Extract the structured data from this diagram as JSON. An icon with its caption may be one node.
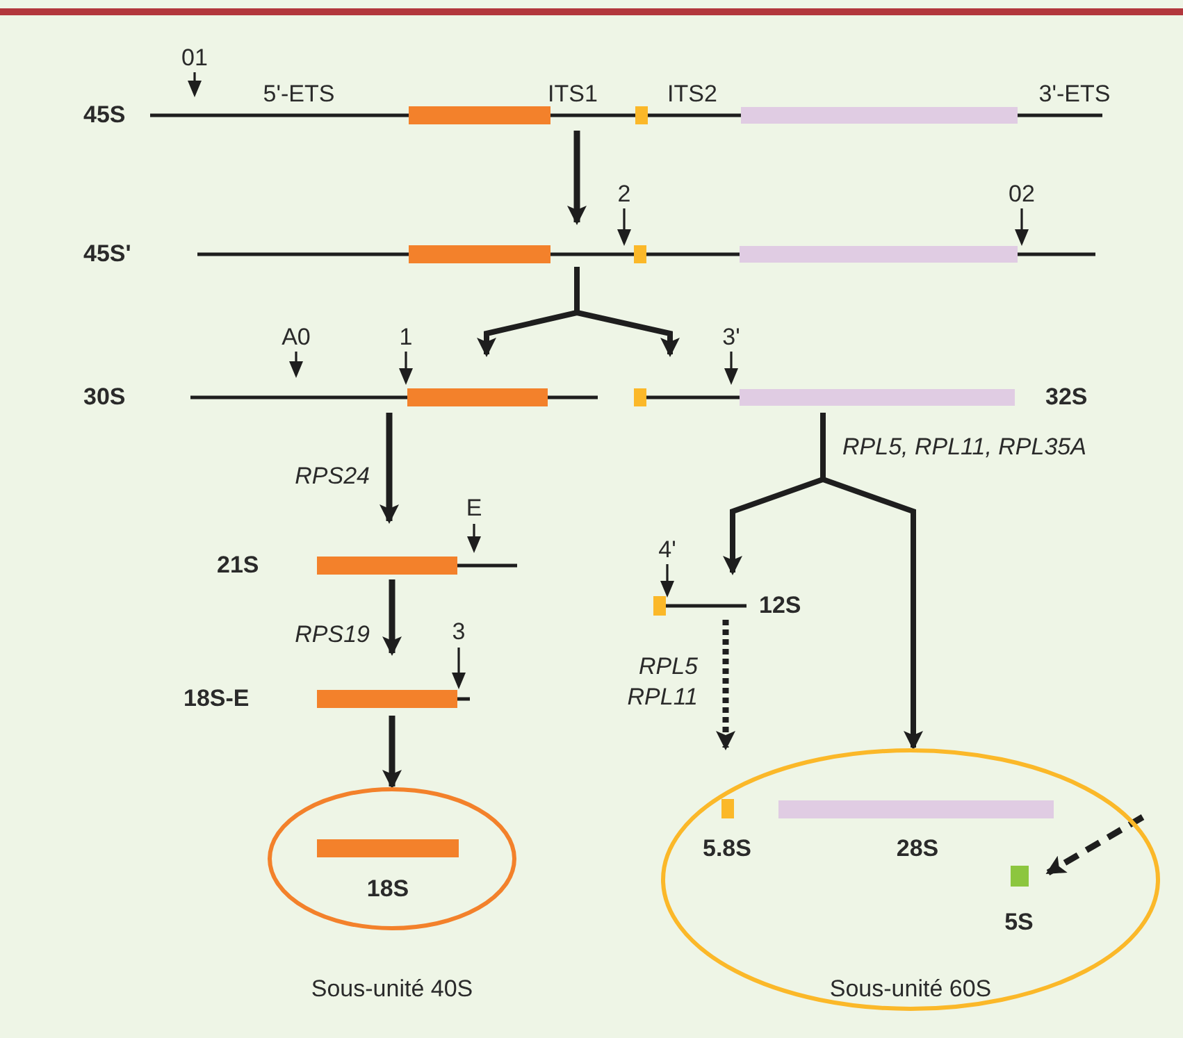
{
  "diagram": {
    "nodes": [
      {
        "text": [
          "45S"
        ],
        "beside": [
          "5'-ETS",
          "ITS1",
          "ITS2",
          "3'-ETS"
        ]
      },
      {
        "text": [
          "45S'"
        ]
      },
      {
        "text": [
          "30S"
        ]
      },
      {
        "text": [
          "32S"
        ]
      },
      {
        "text": [
          "21S"
        ]
      },
      {
        "text": [
          "18S-E"
        ]
      },
      {
        "text": [
          "12S"
        ]
      },
      {
        "text": [
          "Sous-unité 40S"
        ]
      },
      {
        "text": [
          "18S"
        ],
        "in": 7
      },
      {
        "text": [
          "Sous-unité 60S"
        ]
      },
      {
        "text": [
          "5.8S"
        ],
        "in": 9
      },
      {
        "text": [
          "28S"
        ],
        "in": 9
      },
      {
        "text": [
          "5S"
        ],
        "in": 9
      }
    ],
    "edges": [
      {
        "from": 0,
        "to": 1,
        "arrow": "to"
      },
      {
        "from": 1,
        "to": 2,
        "arrow": "to"
      },
      {
        "from": 1,
        "to": 3,
        "arrow": "to"
      },
      {
        "from": 2,
        "to": 4,
        "arrow": "to",
        "label": "RPS24"
      },
      {
        "from": 4,
        "to": 5,
        "arrow": "to",
        "label": "RPS19"
      },
      {
        "from": 5,
        "to": 7,
        "arrow": "to"
      },
      {
        "from": 3,
        "to": 6,
        "arrow": "to",
        "label": "RPL5, RPL11, RPL35A"
      },
      {
        "from": 3,
        "to": 9,
        "arrow": "to"
      },
      {
        "from": 6,
        "to": 9,
        "arrow": "to",
        "style": "dashed",
        "label": "RPL5 RPL11"
      },
      {
        "from": null,
        "to": 12,
        "arrow": "to",
        "style": "dashed"
      }
    ],
    "labels": [
      "01",
      "2",
      "02",
      "A0",
      "1",
      "3'",
      "E",
      "3",
      "4'"
    ]
  }
}
